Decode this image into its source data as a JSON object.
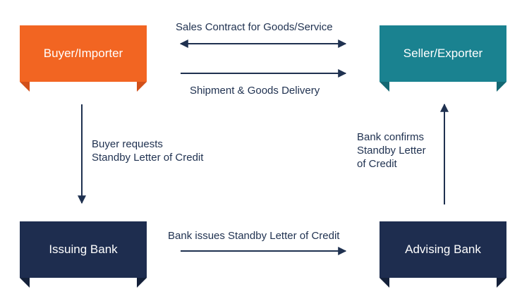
{
  "nodes": {
    "buyer": {
      "label": "Buyer/Importer",
      "color": "#f26522",
      "tab_color": "#d2501a"
    },
    "seller": {
      "label": "Seller/Exporter",
      "color": "#1a8290",
      "tab_color": "#136873"
    },
    "issuing_bank": {
      "label": "Issuing Bank",
      "color": "#1e2d4f",
      "tab_color": "#142039"
    },
    "advising_bank": {
      "label": "Advising Bank",
      "color": "#1e2d4f",
      "tab_color": "#142039"
    }
  },
  "edges": {
    "sales_contract": "Sales Contract for Goods/Service",
    "shipment": "Shipment & Goods Delivery",
    "buyer_request": {
      "line1": "Buyer requests",
      "line2": "Standby Letter of Credit"
    },
    "bank_confirms": {
      "line1": "Bank confirms",
      "line2": "Standby Letter",
      "line3": "of Credit"
    },
    "bank_issues": "Bank issues Standby Letter of Credit"
  },
  "colors": {
    "arrow": "#1f3150"
  }
}
